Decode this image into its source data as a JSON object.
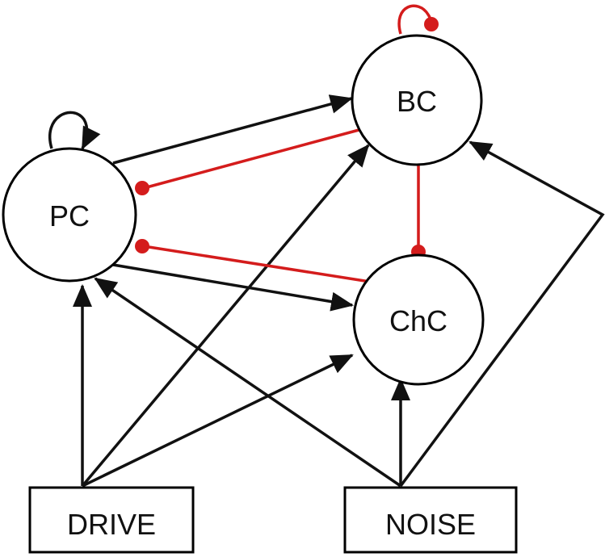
{
  "nodes": {
    "pc": {
      "label": "PC"
    },
    "bc": {
      "label": "BC"
    },
    "chc": {
      "label": "ChC"
    }
  },
  "inputs": {
    "drive": {
      "label": "DRIVE"
    },
    "noise": {
      "label": "NOISE"
    }
  },
  "colors": {
    "excitatory": "#111111",
    "inhibitory": "#d41c1c"
  }
}
